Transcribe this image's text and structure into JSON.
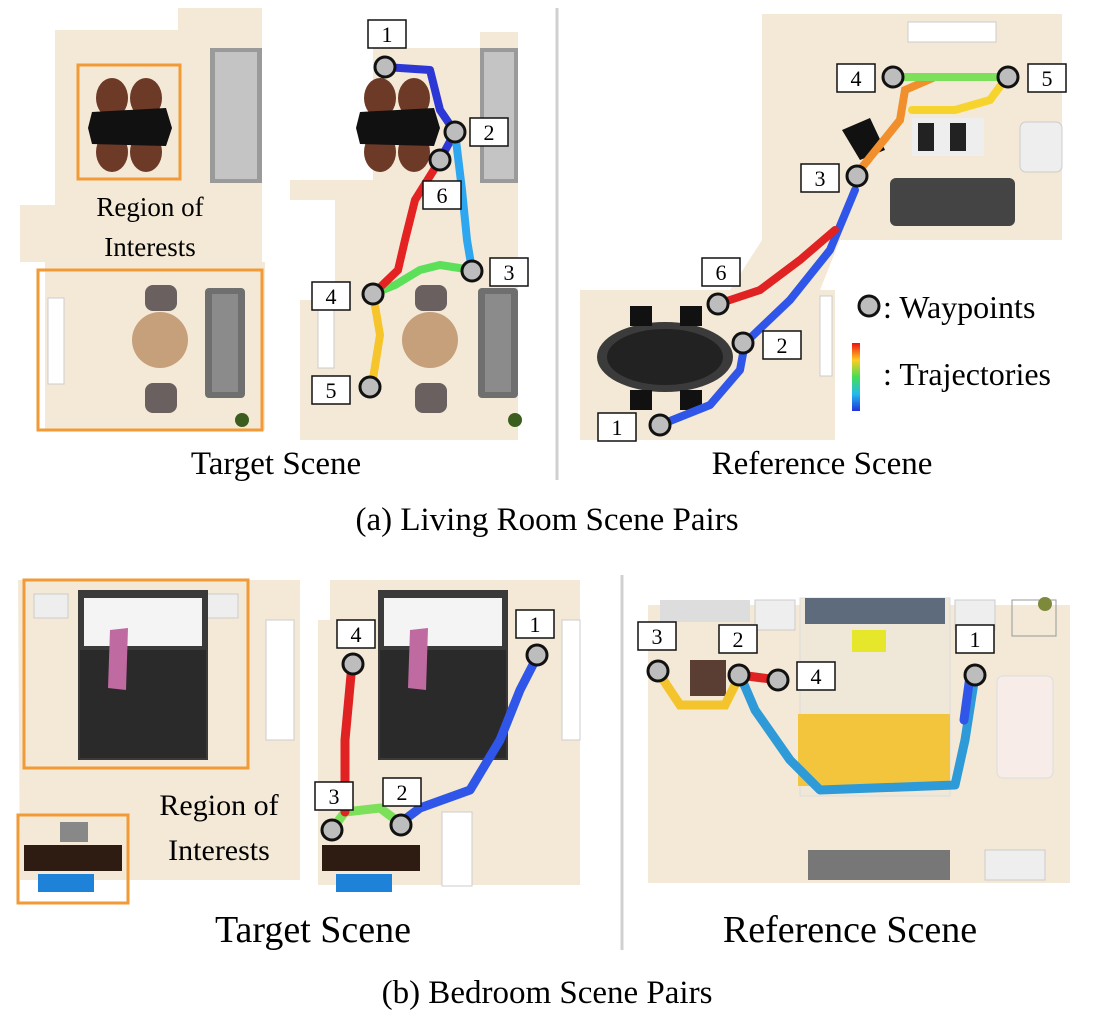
{
  "living": {
    "roi_text": [
      "Region of",
      "Interests"
    ],
    "target_caption": "Target Scene",
    "reference_caption": "Reference Scene",
    "subcaption": "(a) Living Room Scene Pairs",
    "legend_waypoints": ": Waypoints",
    "legend_trajectories": ": Trajectories",
    "target_labels": [
      "1",
      "2",
      "3",
      "4",
      "5",
      "6"
    ],
    "reference_labels": [
      "1",
      "2",
      "3",
      "4",
      "5",
      "6"
    ]
  },
  "bedroom": {
    "roi_text": [
      "Region of",
      "Interests"
    ],
    "target_caption": "Target Scene",
    "reference_caption": "Reference Scene",
    "subcaption": "(b) Bedroom Scene Pairs",
    "target_labels": [
      "1",
      "2",
      "3",
      "4"
    ],
    "reference_labels": [
      "1",
      "2",
      "3",
      "4"
    ]
  },
  "colors": {
    "floor": "#f3e9d6",
    "roi_border": "#f29a35",
    "waypoint_fill": "#bdbdbd",
    "divider": "#d0d0d0"
  }
}
